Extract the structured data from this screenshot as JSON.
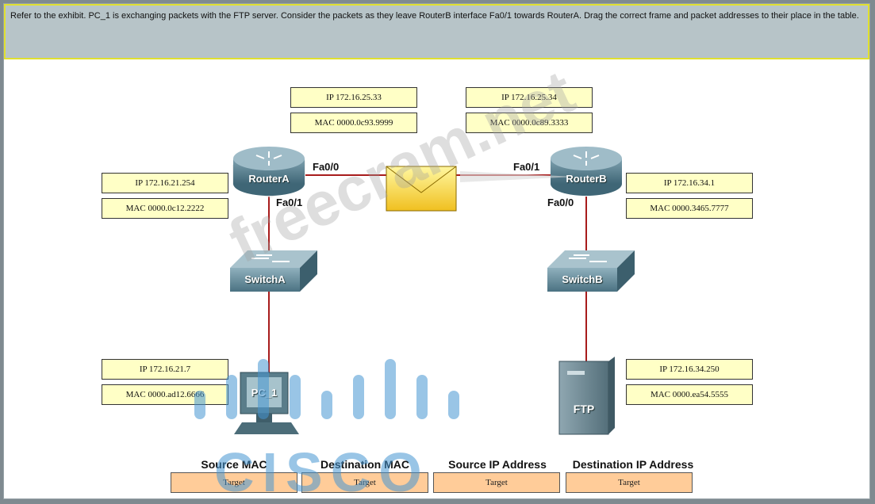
{
  "question": "Refer to the exhibit. PC_1 is exchanging packets with the FTP server. Consider the packets as they leave RouterB interface Fa0/1 towards RouterA. Drag the correct frame and packet addresses to their place in the table.",
  "devices": {
    "routerA": {
      "name": "RouterA",
      "if_top": "Fa0/0",
      "if_bottom": "Fa0/1"
    },
    "routerB": {
      "name": "RouterB",
      "if_top": "Fa0/1",
      "if_bottom": "Fa0/0"
    },
    "switchA": {
      "name": "SwitchA"
    },
    "switchB": {
      "name": "SwitchB"
    },
    "pc": {
      "name": "PC_1"
    },
    "server": {
      "name": "FTP"
    }
  },
  "labels": {
    "ra_fa00_ip": "IP 172.16.25.33",
    "ra_fa00_mac": "MAC 0000.0c93.9999",
    "rb_fa01_ip": "IP 172.16.25.34",
    "rb_fa01_mac": "MAC 0000.0c89.3333",
    "ra_fa01_ip": "IP 172.16.21.254",
    "ra_fa01_mac": "MAC 0000.0c12.2222",
    "rb_fa00_ip": "IP 172.16.34.1",
    "rb_fa00_mac": "MAC 0000.3465.7777",
    "pc_ip": "IP 172.16.21.7",
    "pc_mac": "MAC 0000.ad12.6666",
    "ftp_ip": "IP 172.16.34.250",
    "ftp_mac": "MAC 0000.ea54.5555"
  },
  "table": {
    "headers": [
      "Source MAC",
      "Destination MAC",
      "Source IP Address",
      "Destination IP Address"
    ],
    "targets": [
      "Target",
      "Target",
      "Target",
      "Target"
    ]
  },
  "watermark": {
    "text": "freecram.net",
    "logo": "CISCO"
  },
  "colors": {
    "link": "#a81c1c",
    "label_bg": "#ffffc6",
    "target_bg": "#ffcc99",
    "header_bg": "#b7c4c8"
  }
}
